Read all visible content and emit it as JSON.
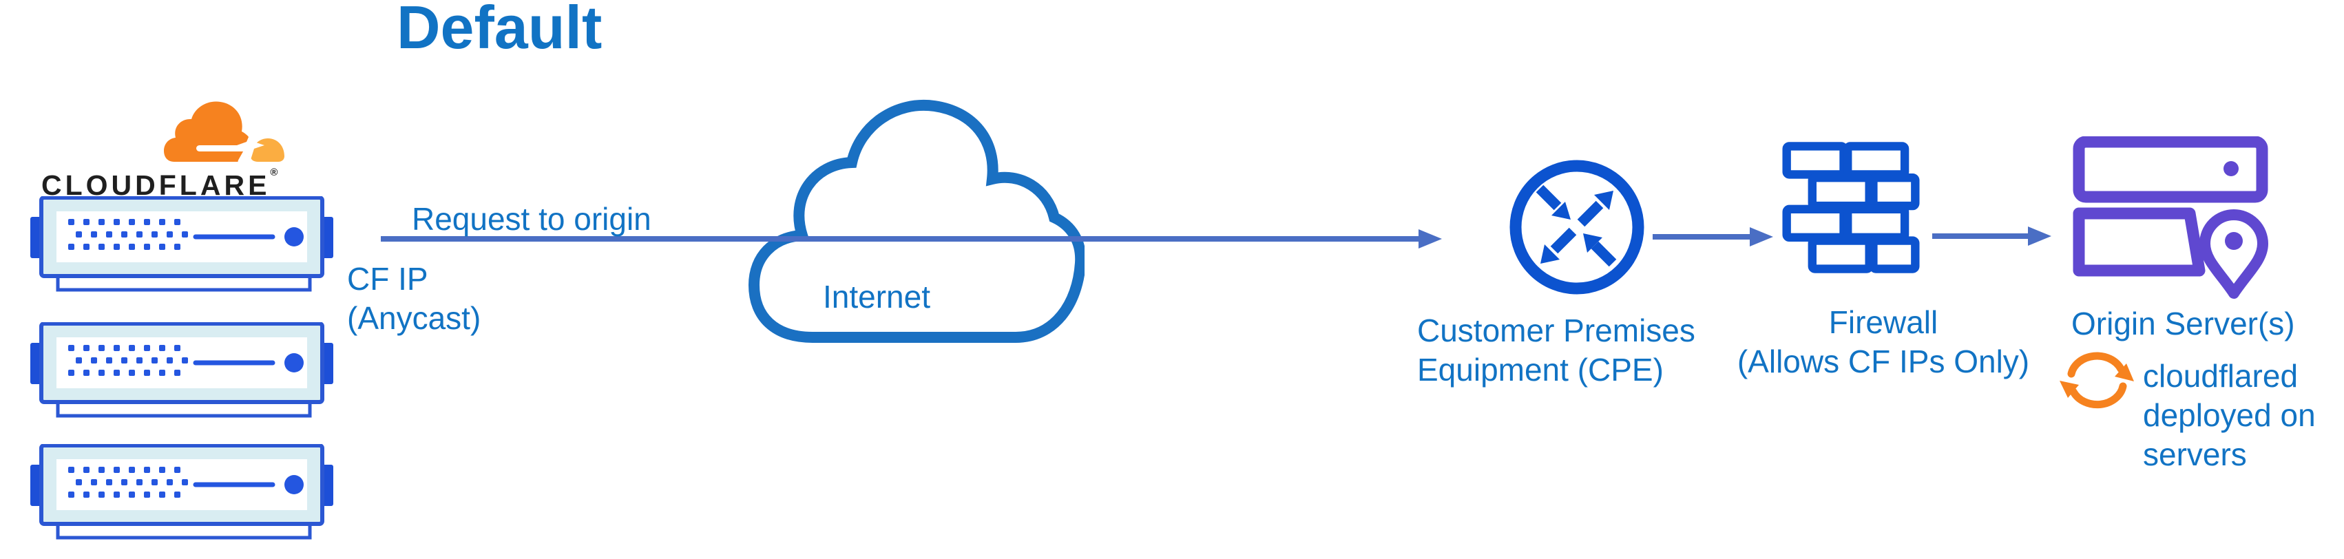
{
  "title": "Default",
  "logo": {
    "wordmark": "CLOUDFLARE",
    "registered": "®"
  },
  "labels": {
    "request_to_origin": "Request to origin",
    "cf_ip_line1": "CF IP",
    "cf_ip_line2": "(Anycast)",
    "internet": "Internet",
    "cpe_line1": "Customer Premises",
    "cpe_line2": "Equipment (CPE)",
    "firewall_line1": "Firewall",
    "firewall_line2": "(Allows CF IPs Only)",
    "origin": "Origin Server(s)",
    "cloudflared_line1": "cloudflared",
    "cloudflared_line2": "deployed on",
    "cloudflared_line3": "servers"
  },
  "icons": [
    "cloudflare-logo-cloud-icon",
    "cloudflare-server-icon",
    "internet-cloud-icon",
    "arrow-right-icon",
    "cpe-router-icon",
    "firewall-brick-icon",
    "origin-servers-icon",
    "location-pin-icon",
    "sync-arrows-icon"
  ],
  "colors": {
    "text_blue": "#1173c4",
    "arrow_blue": "#4a6ec4",
    "internet_cloud_blue": "#1a70c2",
    "device_blue": "#0c53cf",
    "server_border_blue": "#2b57d3",
    "server_accent_blue": "#2456e0",
    "server_fill": "#d9edf2",
    "origin_purple": "#5f48d0",
    "cf_orange": "#f6821f",
    "cf_orange_light": "#fbad41",
    "wordmark_black": "#1f1f1f"
  }
}
